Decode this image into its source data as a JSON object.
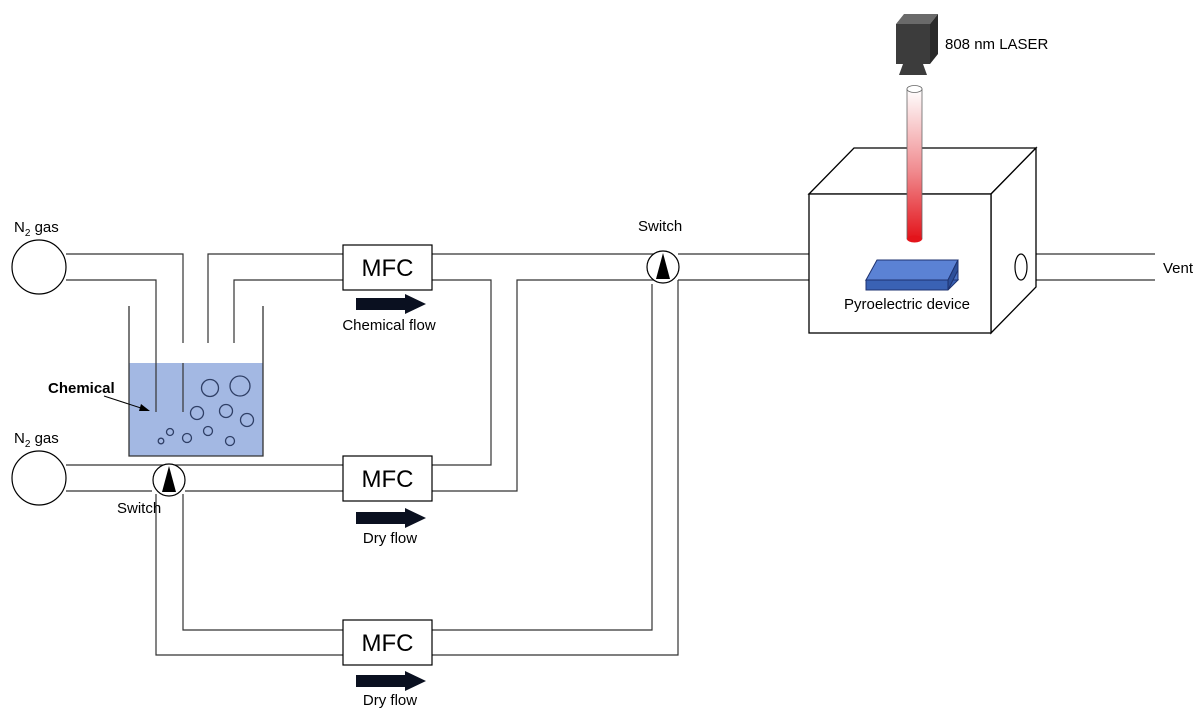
{
  "labels": {
    "n2_gas_top": "N",
    "n2_gas_bottom": "N",
    "n2_sub": "2",
    "gas": " gas",
    "chemical": "Chemical",
    "switch_left": "Switch",
    "switch_right": "Switch",
    "mfc_top": "MFC",
    "mfc_middle": "MFC",
    "mfc_bottom": "MFC",
    "chemical_flow": "Chemical flow",
    "dry_flow_middle": "Dry flow",
    "dry_flow_bottom": "Dry flow",
    "laser": "808 nm LASER",
    "pyroelectric": "Pyroelectric device",
    "vent": "Vent"
  },
  "colors": {
    "liquid": "#a3b8e3",
    "device": "#4a72c4",
    "laser_beam": "#e3141b",
    "camera": "#3c3c3c"
  }
}
